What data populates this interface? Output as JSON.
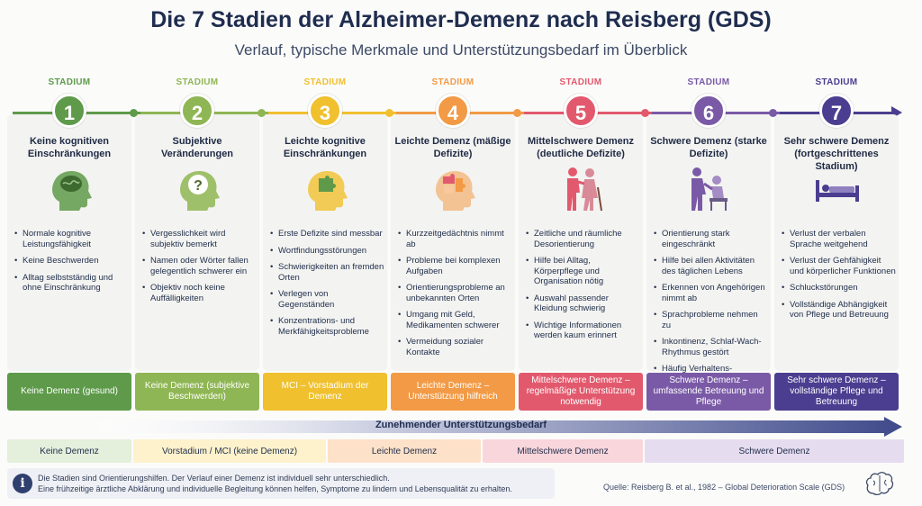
{
  "header": {
    "title": "Die 7 Stadien der Alzheimer-Demenz nach Reisberg (GDS)",
    "subtitle": "Verlauf, typische Merkmale und Unterstützungsbedarf im Überblick"
  },
  "stage_label": "STADIUM",
  "stages": [
    {
      "number": "1",
      "color": "#5e9a4a",
      "icon": "brain-head-icon",
      "title": "Keine kognitiven Einschränkungen",
      "bullets": [
        "Normale kognitive Leistungsfähigkeit",
        "Keine Beschwerden",
        "Alltag selbstständig und ohne Einschränkung"
      ],
      "badge": "Keine Demenz (gesund)"
    },
    {
      "number": "2",
      "color": "#8fb654",
      "icon": "question-head-icon",
      "title": "Subjektive Veränderungen",
      "bullets": [
        "Vergesslichkeit wird subjektiv bemerkt",
        "Namen oder Wörter fallen gelegentlich schwerer ein",
        "Objektiv noch keine Auffälligkeiten"
      ],
      "badge": "Keine Demenz (subjektive Beschwerden)"
    },
    {
      "number": "3",
      "color": "#f0c02e",
      "icon": "puzzle-head-icon",
      "title": "Leichte kognitive Einschränkungen",
      "bullets": [
        "Erste Defizite sind messbar",
        "Wortfindungsstörungen",
        "Schwierigkeiten an fremden Orten",
        "Verlegen von Gegenständen",
        "Konzentrations- und Merkfähigkeitsprobleme"
      ],
      "badge": "MCI – Vorstadium der Demenz"
    },
    {
      "number": "4",
      "color": "#f29a45",
      "icon": "puzzle-brain-icon",
      "title": "Leichte Demenz (mäßige Defizite)",
      "bullets": [
        "Kurzzeitgedächtnis nimmt ab",
        "Probleme bei komplexen Aufgaben",
        "Orientierungsprobleme an unbekannten Orten",
        "Umgang mit Geld, Medikamenten schwerer",
        "Vermeidung sozialer Kontakte"
      ],
      "badge": "Leichte Demenz – Unterstützung hilfreich"
    },
    {
      "number": "5",
      "color": "#e2596d",
      "icon": "couple-walking-icon",
      "title": "Mittelschwere Demenz (deutliche Defizite)",
      "bullets": [
        "Zeitliche und räumliche Desorientierung",
        "Hilfe bei Alltag, Körperpflege und Organisation nötig",
        "Auswahl passender Kleidung schwierig",
        "Wichtige Informationen werden kaum erinnert"
      ],
      "badge": "Mittelschwere Demenz – regelmäßige Unterstützung notwendig"
    },
    {
      "number": "6",
      "color": "#7a5aa6",
      "icon": "caregiver-icon",
      "title": "Schwere Demenz (starke Defizite)",
      "bullets": [
        "Orientierung stark eingeschränkt",
        "Hilfe bei allen Aktivitäten des täglichen Lebens",
        "Erkennen von Angehörigen nimmt ab",
        "Sprachprobleme nehmen zu",
        "Inkontinenz, Schlaf-Wach-Rhythmus gestört",
        "Häufig Verhaltens-veränderungen"
      ],
      "badge": "Schwere Demenz – umfassende Betreuung und Pflege"
    },
    {
      "number": "7",
      "color": "#4b3d8f",
      "icon": "bed-icon",
      "title": "Sehr schwere Demenz (fortgeschrittenes Stadium)",
      "bullets": [
        "Verlust der verbalen Sprache weitgehend",
        "Verlust der Gehfähigkeit und körperlicher Funktionen",
        "Schluckstörungen",
        "Vollständige Abhängigkeit von Pflege und Betreuung"
      ],
      "badge": "Sehr schwere Demenz – vollständige Pflege und Betreuung"
    }
  ],
  "support_bar": {
    "label": "Zunehmender Unterstützungsbedarf"
  },
  "phases": [
    {
      "label": "Keine Demenz",
      "color": "#e4efdc"
    },
    {
      "label": "Vorstadium / MCI (keine Demenz)",
      "color": "#fdf2cc"
    },
    {
      "label": "Leichte Demenz",
      "color": "#fde1c8"
    },
    {
      "label": "Mittelschwere Demenz",
      "color": "#f9d6dc"
    },
    {
      "label": "Schwere Demenz",
      "color": "#e6dcef"
    }
  ],
  "info": {
    "icon": "info-icon",
    "line1": "Die Stadien sind Orientierungshilfen. Der Verlauf einer Demenz ist individuell sehr unterschiedlich.",
    "line2": "Eine frühzeitige ärztliche Abklärung und individuelle Begleitung können helfen, Symptome zu lindern und Lebensqualität zu erhalten."
  },
  "source": "Quelle: Reisberg B. et al., 1982 – Global Deterioration Scale (GDS)",
  "logo_icon": "brain-outline-icon"
}
